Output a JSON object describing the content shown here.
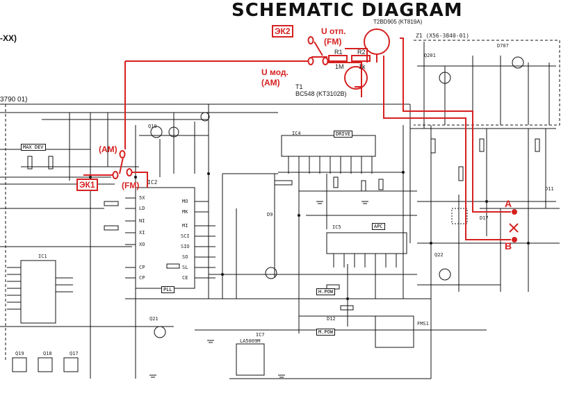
{
  "header": {
    "title": "SCHEMATIC DIAGRAM",
    "left_code": "-XX)",
    "left_code2": "3790 01)",
    "right_board": "Z1 (X56-3840-01)"
  },
  "annotations": {
    "switch_ek1": "ЭК1",
    "switch_ek2": "ЭК2",
    "am_label": "(AM)",
    "fm_label": "(FM)",
    "u_otp": "U отп.",
    "u_otp_fm": "(FM)",
    "u_mod": "U мод.",
    "u_mod_am": "(AM)",
    "point_a": "A",
    "point_b": "B",
    "cross_mark": "✕"
  },
  "components": {
    "t1_name": "T1",
    "t1_part": "BC548 (KT3102B)",
    "t2_part": "T2BD905 (KT819A)",
    "r1": "R1",
    "r1_val": "1M",
    "r2": "R2",
    "r2_val": "1k"
  },
  "blocks": {
    "ic2": "IC2",
    "ic2_sub": "PLL",
    "ic4": "IC4",
    "ic4_sub": "DRIVE",
    "ic5": "IC5",
    "ic5_sub": "APC",
    "ic7": "IC7",
    "ic7_part": "LA5009M",
    "ic1": "IC1",
    "pll_box": "PLL",
    "max_dev": "MAX DEV",
    "mpow": "M.POW",
    "hpow": "H.POW",
    "fms1": "FMS1"
  },
  "parts": {
    "q10": "Q10",
    "q21": "Q21",
    "q22": "Q22",
    "q17": "Q17",
    "q18": "Q18",
    "q19": "Q19",
    "q201": "Q201",
    "d707": "D707",
    "d9": "D9",
    "d11": "D11",
    "d17": "D17",
    "d12": "D12",
    "ic2_pins_left": [
      "5X",
      "LD",
      "NI",
      "XI",
      "XO",
      "CP",
      "CP"
    ],
    "ic2_pins_right": [
      "MO",
      "MK",
      "MI",
      "SCI",
      "SIO",
      "SO",
      "SL",
      "CE"
    ]
  }
}
